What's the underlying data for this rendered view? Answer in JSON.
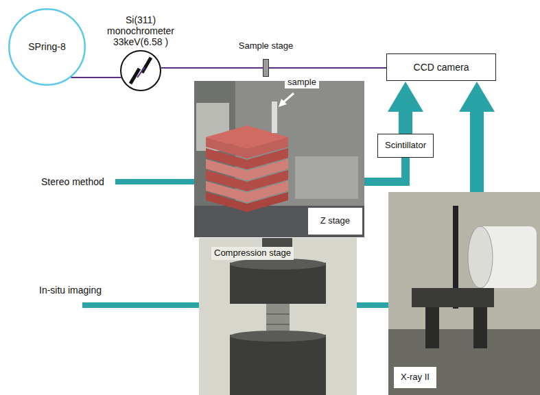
{
  "diagram": {
    "nodes": [
      {
        "text": [
          "SPring-8"
        ]
      },
      {
        "text": [
          "Si(311) monochrometer 33keV(6.58 )"
        ]
      },
      {
        "text": [
          "Sample stage"
        ]
      },
      {
        "text": [
          "CCD camera"
        ]
      },
      {
        "text": [
          "Scintillator"
        ]
      },
      {
        "text": [
          "sample",
          "Z stage"
        ]
      },
      {
        "text": [
          "Compression stage"
        ]
      },
      {
        "text": [
          "X-ray II"
        ]
      }
    ],
    "edges": [
      {
        "from": 0,
        "to": 1,
        "arrow": "none"
      },
      {
        "from": 1,
        "to": 2,
        "arrow": "none"
      },
      {
        "from": 2,
        "to": 3,
        "arrow": "none"
      },
      {
        "from": 4,
        "to": 3,
        "arrow": "to"
      },
      {
        "from": 5,
        "to": 4,
        "arrow": "none"
      },
      {
        "from": 7,
        "to": 3,
        "arrow": "to"
      },
      {
        "from": 6,
        "to": 7,
        "arrow": "none"
      }
    ],
    "labels": [
      "Stereo method",
      "In-situ imaging"
    ]
  }
}
